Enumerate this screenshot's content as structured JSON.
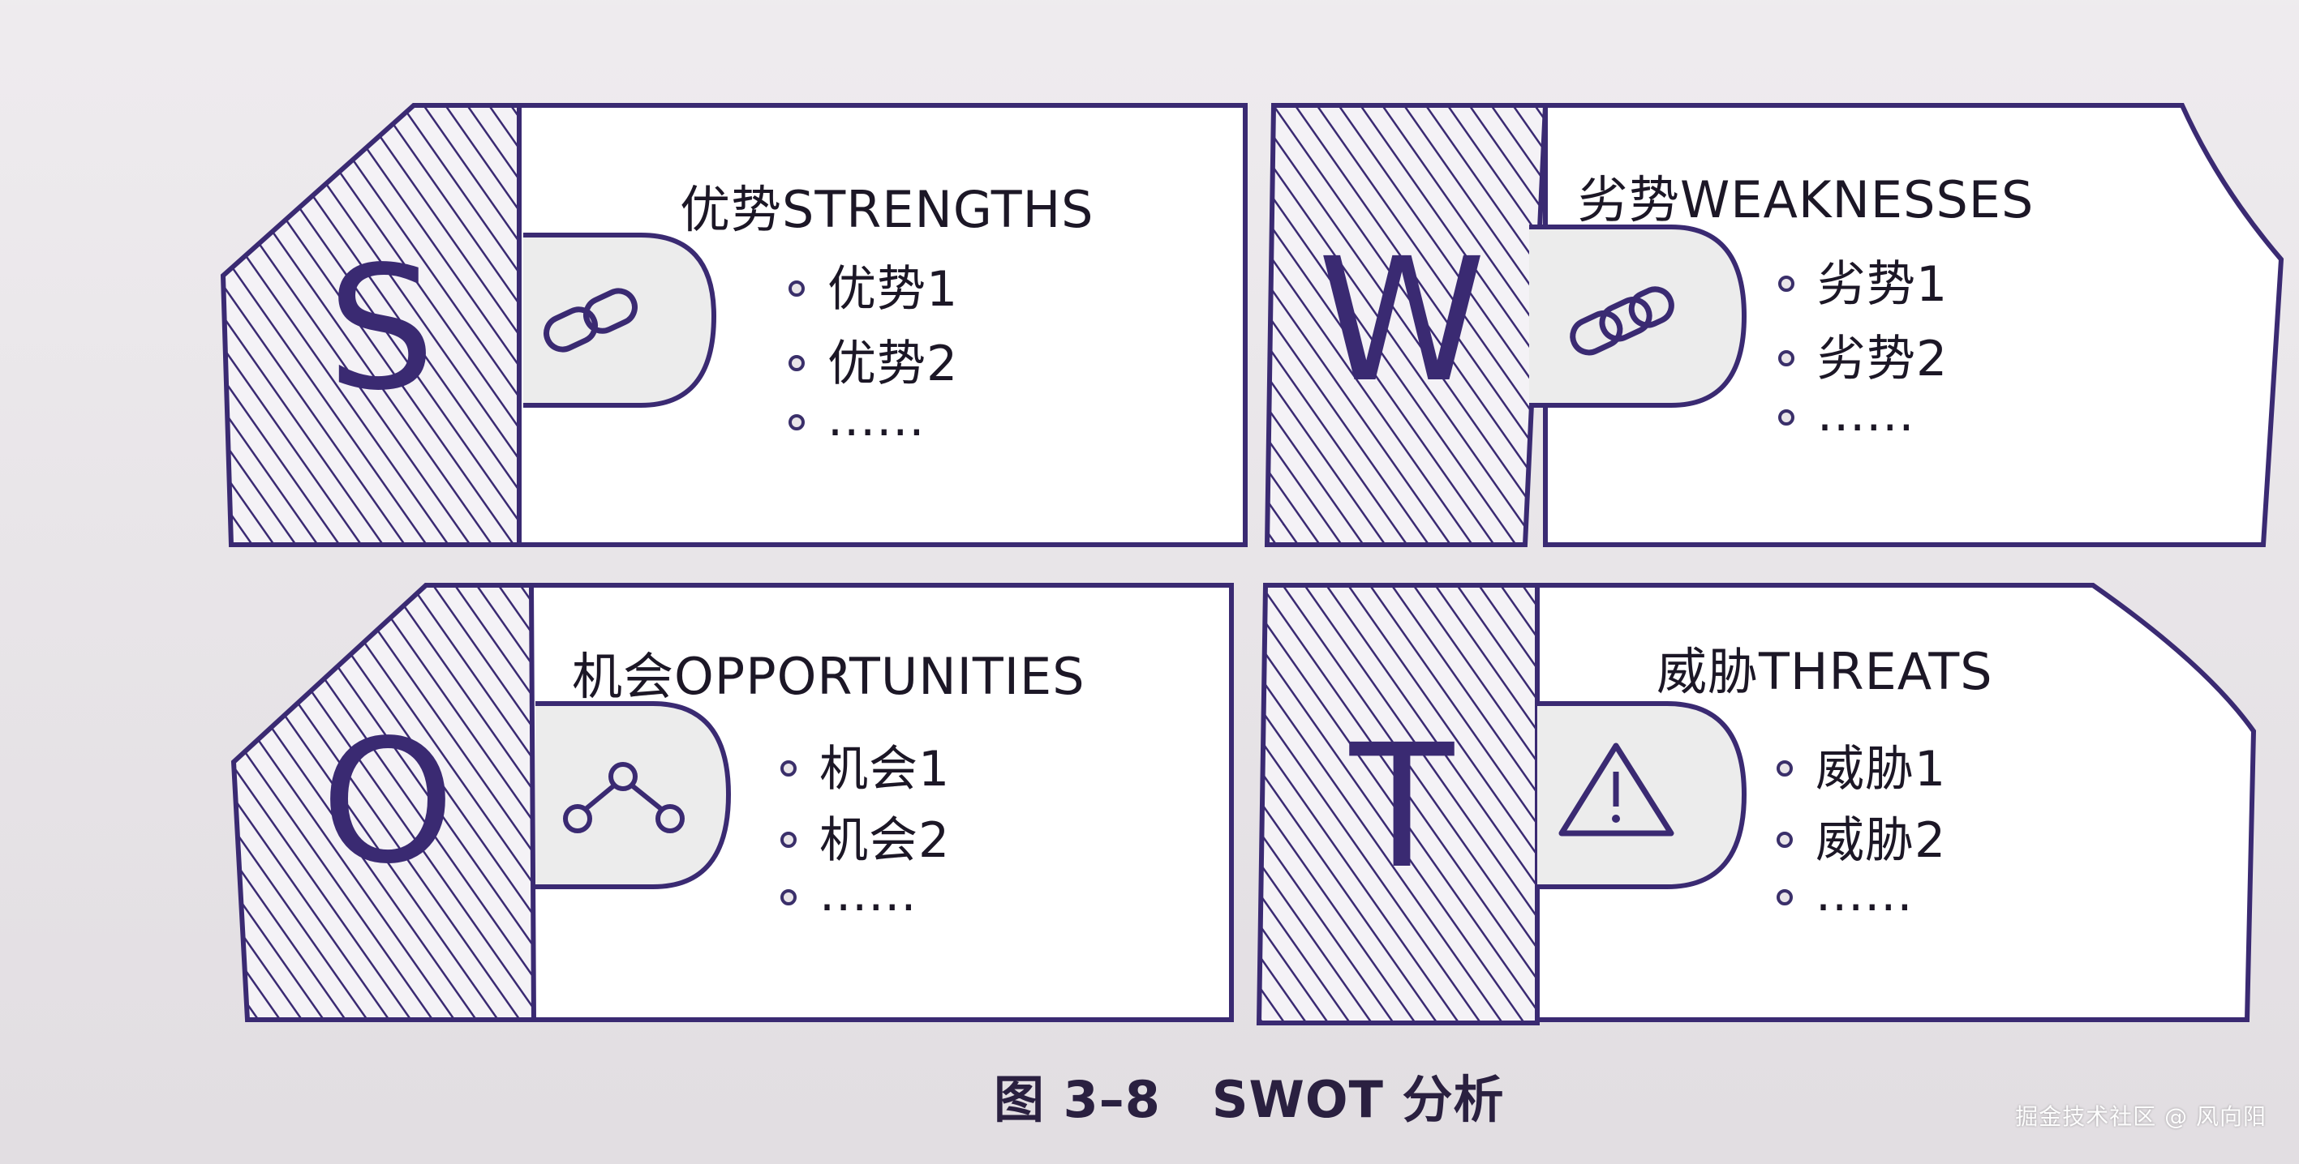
{
  "cards": [
    {
      "letter": "S",
      "title": "优势STRENGTHS",
      "items": [
        "优势1",
        "优势2",
        "......"
      ],
      "icon": "link-icon"
    },
    {
      "letter": "W",
      "title": "劣势WEAKNESSES",
      "items": [
        "劣势1",
        "劣势2",
        "......"
      ],
      "icon": "link-icon"
    },
    {
      "letter": "O",
      "title": "机会OPPORTUNITIES",
      "items": [
        "机会1",
        "机会2",
        "......"
      ],
      "icon": "share-nodes-icon"
    },
    {
      "letter": "T",
      "title": "威胁THREATS",
      "items": [
        "威胁1",
        "威胁2",
        "......"
      ],
      "icon": "warning-icon"
    }
  ],
  "caption": "图 3–8　SWOT 分析",
  "watermark": "掘金技术社区 @ 风向阳",
  "colors": {
    "ink": "#3a2a72",
    "background": "#e9e5e9",
    "card": "#ffffff",
    "text": "#1c1726"
  }
}
